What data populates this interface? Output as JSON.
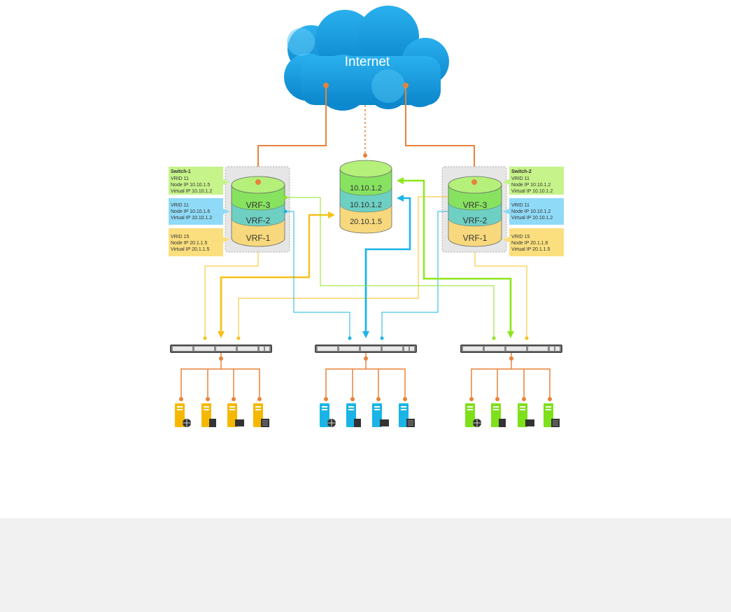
{
  "diagram": {
    "internet_label": "Internet",
    "center_store": {
      "layers": [
        "10.10.1.2",
        "10.10.1.2",
        "20.10.1.5"
      ]
    },
    "switch1": {
      "title": "Switch-1",
      "vrf_labels": [
        "VRF-3",
        "VRF-2",
        "VRF-1"
      ],
      "info_green": [
        "VRID 11",
        "Node IP 10.10.1.5",
        "Virtual IP 10.10.1.2"
      ],
      "info_blue": [
        "VRID 11",
        "Node IP 10.10.1.6",
        "Virtual IP 10.10.1.2"
      ],
      "info_yellow": [
        "VRID 15",
        "Node IP 20.1.1.5",
        "Virtual IP 20.1.1.5"
      ]
    },
    "switch2": {
      "title": "Switch-2",
      "vrf_labels": [
        "VRF-3",
        "VRF-2",
        "VRF-1"
      ],
      "info_green": [
        "VRID 11",
        "Node IP 10.10.1.2",
        "Virtual IP 10.10.1.2"
      ],
      "info_blue": [
        "VRID 11",
        "Node IP 10.10.1.2",
        "Virtual IP 10.10.1.2"
      ],
      "info_yellow": [
        "VRID 15",
        "Node IP 20.1.1.6",
        "Virtual IP 20.1.1.5"
      ]
    },
    "colors": {
      "cloud": "#1b9fe0",
      "orange": "#e8823a",
      "green": "#8ee61c",
      "blue": "#1ab4e6",
      "yellow": "#f5c21a",
      "green_panel": "#c6f38a",
      "blue_panel": "#8fdaf7",
      "yellow_panel": "#fbdf7e"
    },
    "server_groups": [
      {
        "color": "yellow",
        "icons": [
          "globe-icon",
          "document-icon",
          "monitor-icon",
          "list-icon"
        ]
      },
      {
        "color": "blue",
        "icons": [
          "globe-icon",
          "document-icon",
          "monitor-icon",
          "list-icon"
        ]
      },
      {
        "color": "green",
        "icons": [
          "globe-icon",
          "document-icon",
          "monitor-icon",
          "list-icon"
        ]
      }
    ]
  }
}
